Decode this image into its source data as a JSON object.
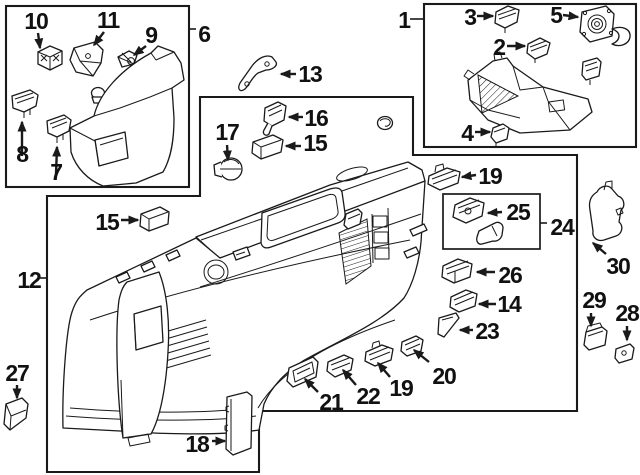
{
  "figure": {
    "kind": "exploded-parts-diagram",
    "colors": {
      "ink": "#1a1a1a",
      "background": "#ffffff"
    }
  },
  "callouts": {
    "c1": {
      "text": "1"
    },
    "c2": {
      "text": "2"
    },
    "c3": {
      "text": "3"
    },
    "c4": {
      "text": "4"
    },
    "c5": {
      "text": "5"
    },
    "c6": {
      "text": "6"
    },
    "c7": {
      "text": "7"
    },
    "c8": {
      "text": "8"
    },
    "c9": {
      "text": "9"
    },
    "c10": {
      "text": "10"
    },
    "c11": {
      "text": "11"
    },
    "c12": {
      "text": "12"
    },
    "c13": {
      "text": "13"
    },
    "c14": {
      "text": "14"
    },
    "c15a": {
      "text": "15"
    },
    "c15b": {
      "text": "15"
    },
    "c16": {
      "text": "16"
    },
    "c17": {
      "text": "17"
    },
    "c18": {
      "text": "18"
    },
    "c19a": {
      "text": "19"
    },
    "c19b": {
      "text": "19"
    },
    "c20": {
      "text": "20"
    },
    "c21": {
      "text": "21"
    },
    "c22": {
      "text": "22"
    },
    "c23": {
      "text": "23"
    },
    "c24": {
      "text": "24"
    },
    "c25": {
      "text": "25"
    },
    "c26": {
      "text": "26"
    },
    "c27": {
      "text": "27"
    },
    "c28": {
      "text": "28"
    },
    "c29": {
      "text": "29"
    },
    "c30": {
      "text": "30"
    }
  },
  "groups": [
    {
      "box_label": "6",
      "contains": [
        "7",
        "8",
        "9",
        "10",
        "11"
      ]
    },
    {
      "box_label": "1",
      "contains": [
        "2",
        "3",
        "4",
        "5"
      ]
    },
    {
      "box_label": "12",
      "contains": [
        "14",
        "15",
        "16",
        "17",
        "18",
        "19",
        "20",
        "21",
        "22",
        "23",
        "25",
        "26"
      ]
    },
    {
      "box_label": "24",
      "contains": [
        "25"
      ]
    },
    {
      "ungrouped": [
        "13",
        "27",
        "28",
        "29",
        "30"
      ]
    }
  ]
}
